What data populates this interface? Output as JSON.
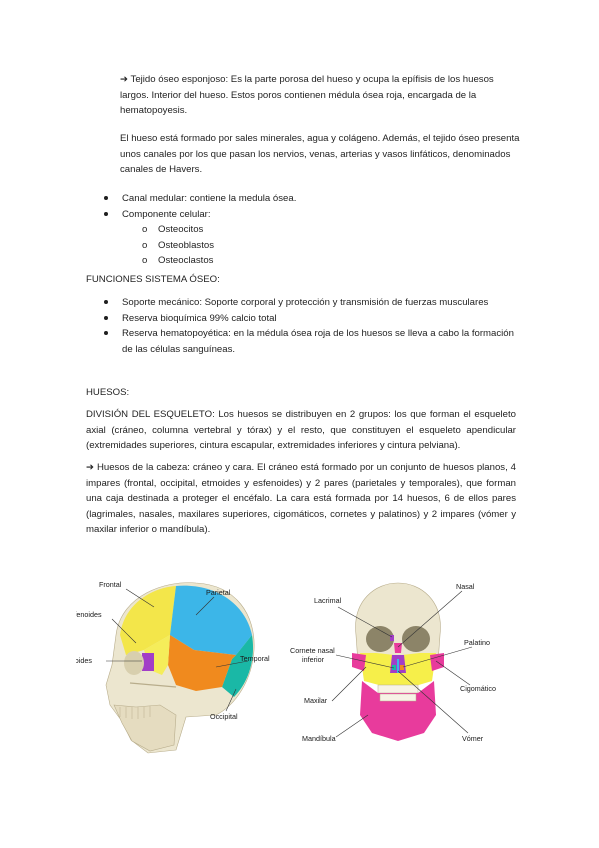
{
  "para_esponjoso": "➔ Tejido óseo esponjoso: Es la parte porosa del hueso y ocupa la epífisis de los huesos largos. Interior del hueso. Estos poros contienen médula ósea roja, encargada de la hematopoyesis.",
  "para_composicion": "El hueso está formado por sales minerales, agua y colágeno. Además, el tejido óseo presenta unos canales por los que pasan los nervios, venas, arterias y vasos linfáticos, denominados canales de Havers.",
  "bullets_estructura": [
    "Canal medular: contiene la medula ósea.",
    "Componente celular:"
  ],
  "sub_marker": "o",
  "celulas": [
    "Osteocitos",
    "Osteoblastos",
    "Osteoclastos"
  ],
  "heading_funciones": "FUNCIONES SISTEMA ÓSEO:",
  "funciones": [
    "Soporte mecánico: Soporte corporal y protección y transmisión de fuerzas musculares",
    "Reserva bioquímica 99% calcio total",
    "Reserva hematopoyética: en la médula ósea roja de los huesos se lleva a cabo la formación de las células sanguíneas."
  ],
  "heading_huesos": "HUESOS:",
  "para_division": "DIVISIÓN DEL ESQUELETO: Los huesos se distribuyen en 2 grupos: los que forman el esqueleto axial (cráneo, columna vertebral y tórax) y el resto, que constituyen el esqueleto apendicular (extremidades superiores, cintura escapular, extremidades inferiores y cintura pelviana).",
  "para_cabeza": "➔ Huesos de la cabeza: cráneo y cara. El cráneo está formado por un conjunto de huesos planos, 4 impares (frontal, occipital, etmoides y esfenoides) y 2 pares (parietales y temporales), que forman una caja destinada a proteger el encéfalo. La cara está formada por 14 huesos, 6 de ellos pares (lagrimales, nasales, maxilares superiores, cigomáticos, cornetes y palatinos) y 2 impares (vómer y maxilar inferior o mandíbula).",
  "figure": {
    "lateral_labels": {
      "frontal": "Frontal",
      "parietal": "Parietal",
      "esfenoides": "Esfenoides",
      "etmoides": "Etmoides",
      "temporal": "Temporal",
      "occipital": "Occipital"
    },
    "frontal_labels": {
      "lacrimal": "Lacrimal",
      "nasal": "Nasal",
      "palatino": "Palatino",
      "cornete_1": "Cornete nasal",
      "cornete_2": "inferior",
      "cigomatico": "Cigomático",
      "maxilar": "Maxilar",
      "mandibula": "Mandíbula",
      "vomer": "Vómer"
    },
    "colors": {
      "frontal": "#f3e64a",
      "parietal": "#3cb6e8",
      "esfenoides": "#f5ed5a",
      "etmoides": "#a23ec7",
      "temporal": "#f08a1e",
      "occipital": "#1ab8a6",
      "mandibula": "#e83b9c",
      "maxilar": "#f6ef4a",
      "bone": "#ece6cf"
    }
  }
}
